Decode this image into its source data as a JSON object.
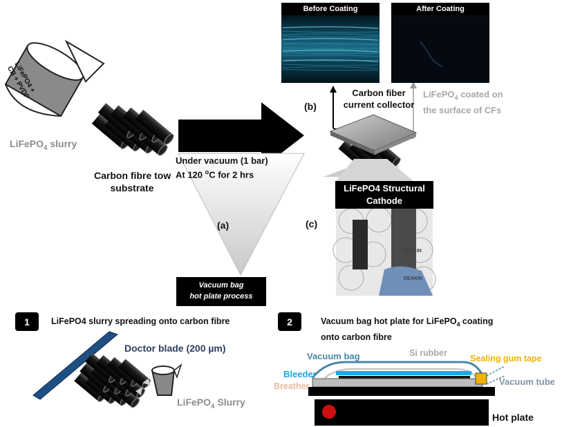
{
  "slurry_label": "LiFePO",
  "slurry_label_sub": "4",
  "slurry_label_tail": " slurry",
  "beaker_text": [
    "LiFePO4 +",
    "CB + PVDF"
  ],
  "tow_label": [
    "Carbon fibre tow",
    "substrate"
  ],
  "arrow_text": {
    "line1": "Under vacuum (1 bar)",
    "line2_pre": "At 120 ",
    "line2_sup": "o",
    "line2_post": "C for 2 hrs"
  },
  "label_a": "(a)",
  "label_b": "(b)",
  "label_c": "(c)",
  "process_box": [
    "Vacuum bag",
    "hot plate process"
  ],
  "before_coating": "Before Coating",
  "after_coating": "After Coating",
  "collector_label": [
    "Carbon fiber",
    "current collector"
  ],
  "coated_label": {
    "line1_pre": "LiFePO",
    "line1_sub": "4",
    "line1_post": " coated on",
    "line2": "the surface of CFs"
  },
  "cathode_title": [
    "LiFePO4 Structural",
    "Cathode"
  ],
  "photo_logo": "DEAKIN",
  "step1": {
    "badge": "1",
    "title": "LiFePO4 slurry spreading onto carbon fibre"
  },
  "doctor_blade": "Doctor blade (200 µm)",
  "slurry_bottom": {
    "pre": "LiFePO",
    "sub": "4",
    "post": " Slurry"
  },
  "step2": {
    "badge": "2",
    "title_line1_pre": "Vacuum bag hot plate for LiFePO",
    "title_line1_sub": "4",
    "title_line1_post": " coating",
    "title_line2": "onto carbon fibre"
  },
  "vacuum_bag": "Vacuum bag",
  "si_rubber": "Si rubber",
  "sealing_tape": "Sealing gum tape",
  "bleeder": "Bleeder",
  "breather": "Breather",
  "vacuum_tube": "Vacuum tube",
  "hot_plate": "Hot plate",
  "colors": {
    "vacuum_bag": "#4a86a8",
    "bleeder": "#1fa6e0",
    "sealing_tape": "#f0b400",
    "grey_text": "#8c8c8c",
    "hot_spot": "#cc1010"
  }
}
